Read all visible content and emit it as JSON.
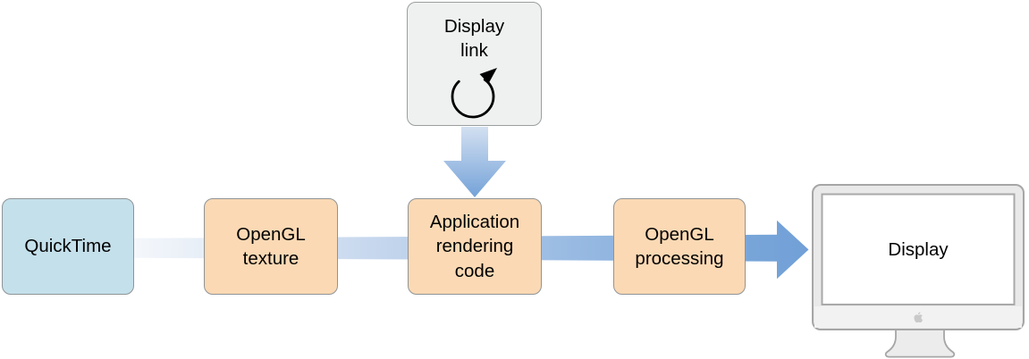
{
  "nodes": {
    "quicktime": {
      "label": "QuickTime"
    },
    "opengl_texture": {
      "label": "OpenGL texture"
    },
    "app_rendering": {
      "label": "Application rendering code"
    },
    "opengl_processing": {
      "label": "OpenGL processing"
    },
    "display_link": {
      "label": "Display link"
    },
    "display": {
      "label": "Display"
    }
  },
  "icons": {
    "display_link_loop": "circular-refresh-arrow-icon",
    "apple_logo": "apple-logo-icon",
    "monitor": "imac-monitor-icon"
  },
  "flow": {
    "main_sequence": [
      "QuickTime",
      "OpenGL texture",
      "Application rendering code",
      "OpenGL processing",
      "Display"
    ],
    "display_link_feeds": "Application rendering code"
  },
  "colors": {
    "background": "#ffffff",
    "node_blue": "#c4e0eb",
    "node_orange": "#fbd9b4",
    "node_gray": "#eff1f0",
    "node_border": "#8f9496",
    "arrow_gradient_start": "#f4f7fb",
    "arrow_gradient_end": "#71a0d7",
    "monitor_frame": "#e9e9e9",
    "monitor_border": "#a6a6a6"
  }
}
